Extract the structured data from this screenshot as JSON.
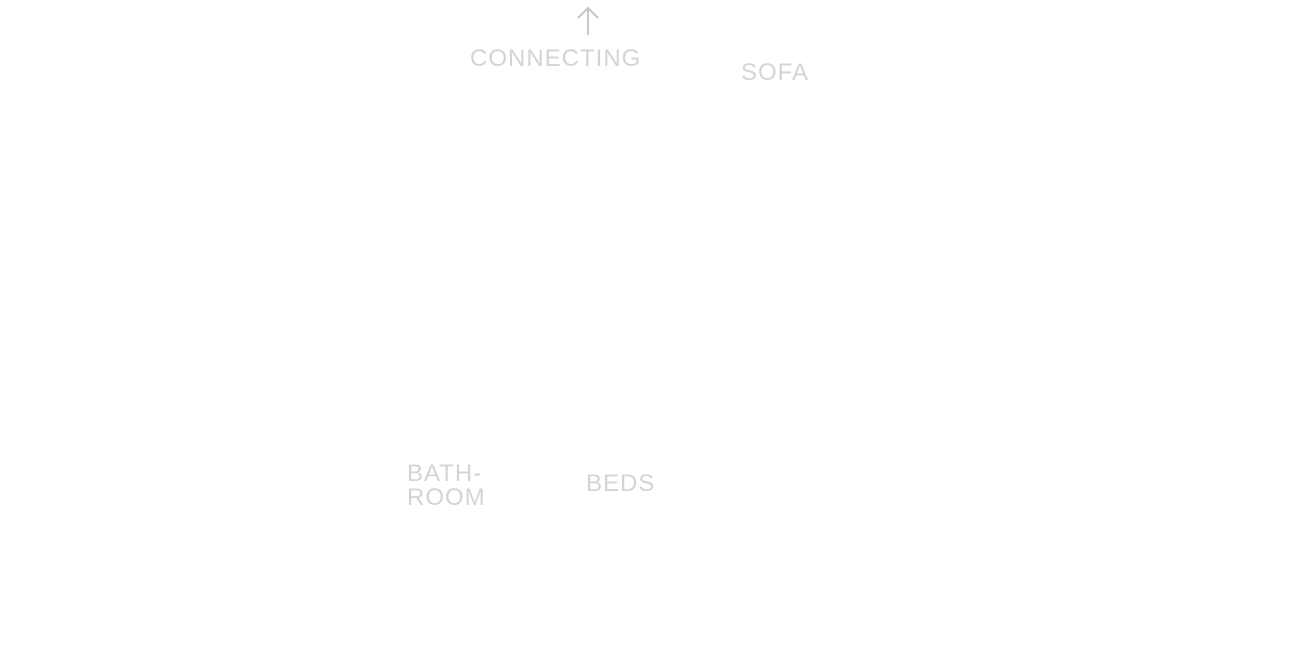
{
  "icons": {
    "up_arrow": "arrow-up-icon"
  },
  "labels": {
    "connecting": "CONNECTING",
    "sofa": "SOFA",
    "bathroom_line1": "BATH-",
    "bathroom_line2": "ROOM",
    "beds": "BEDS"
  },
  "colors": {
    "background": "#ffffff",
    "label": "#d4d4d4",
    "arrow": "#c8c8c8"
  }
}
